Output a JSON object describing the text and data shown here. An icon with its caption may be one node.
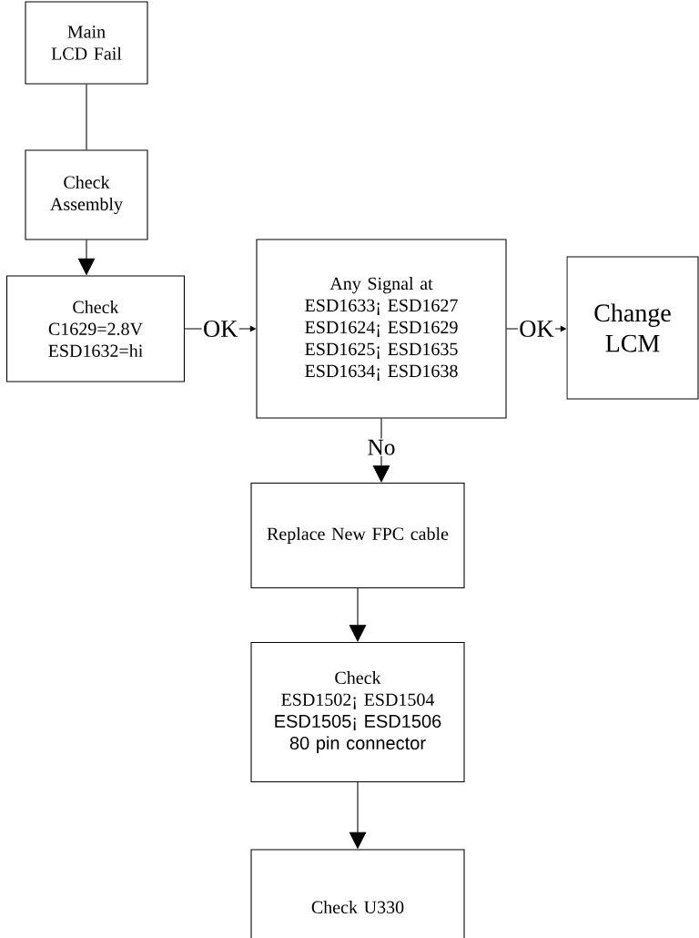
{
  "diagram": {
    "nodes": [
      {
        "text": [
          "Main LCD Fail"
        ]
      },
      {
        "text": [
          "Check Assembly"
        ]
      },
      {
        "text": [
          "Check",
          "C1629=2.8V",
          "ESD1632=hi"
        ]
      },
      {
        "text": [
          "Any Signal at",
          "ESD1633¡ ESD1627",
          "ESD1624¡ ESD1629",
          "ESD1625¡ ESD1635",
          "ESD1634¡ ESD1638"
        ]
      },
      {
        "text": [
          "Change LCM"
        ]
      },
      {
        "text": [
          "Replace New FPC cable"
        ]
      },
      {
        "text": [
          "Check",
          "ESD1502¡ ESD1504",
          "ESD1505¡ ESD1506",
          "80 pin connector"
        ]
      },
      {
        "text": [
          "Check U330"
        ]
      }
    ],
    "edges": [
      {
        "from": 0,
        "to": 1,
        "arrow": "none"
      },
      {
        "from": 1,
        "to": 2,
        "arrow": "to"
      },
      {
        "from": 2,
        "to": 3,
        "arrow": "to",
        "label": "OK"
      },
      {
        "from": 3,
        "to": 4,
        "arrow": "to",
        "label": "OK"
      },
      {
        "from": 3,
        "to": 5,
        "arrow": "to",
        "label": "No"
      },
      {
        "from": 5,
        "to": 6,
        "arrow": "to"
      },
      {
        "from": 6,
        "to": 7,
        "arrow": "to"
      }
    ]
  }
}
